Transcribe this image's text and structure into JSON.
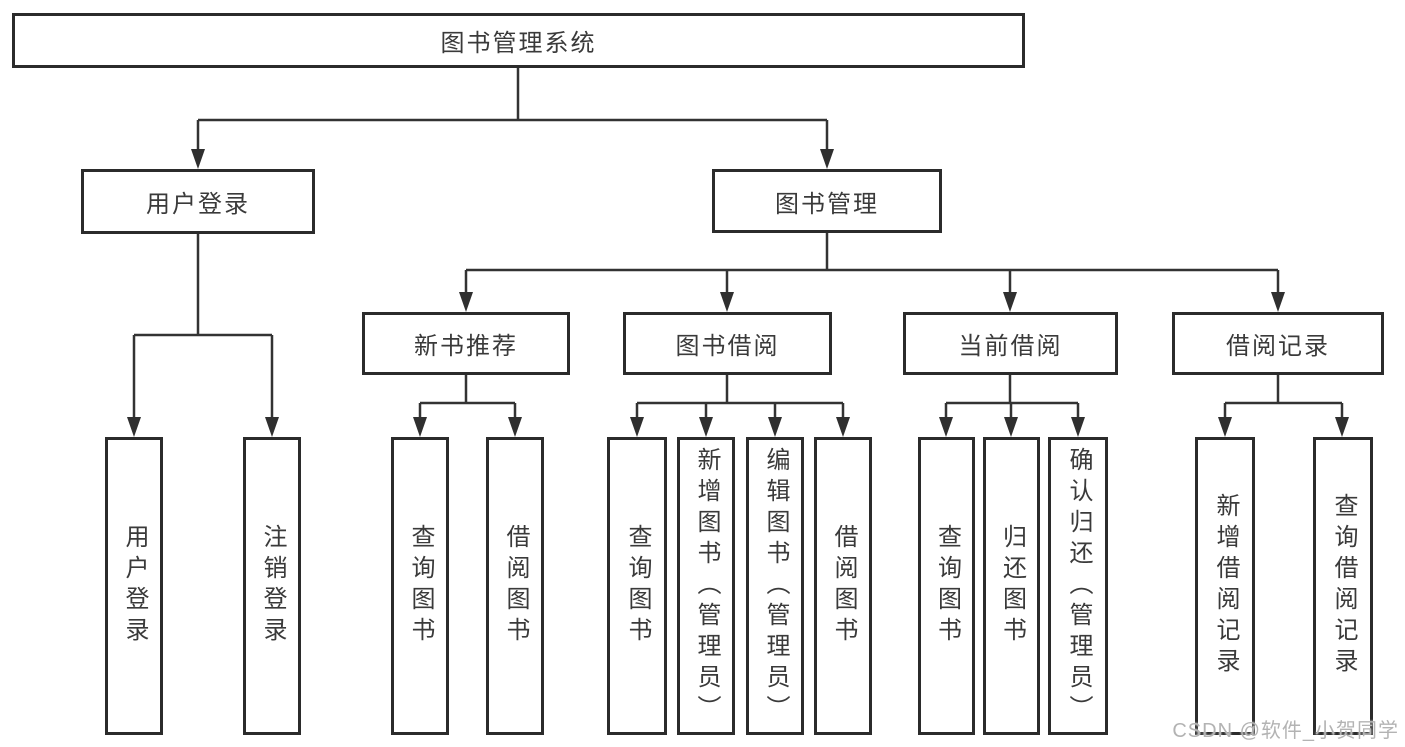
{
  "diagram": {
    "title": "图书管理系统",
    "children": [
      {
        "label": "用户登录",
        "children": [
          "用户登录",
          "注销登录"
        ]
      },
      {
        "label": "图书管理",
        "children": [
          {
            "label": "新书推荐",
            "children": [
              "查询图书",
              "借阅图书"
            ]
          },
          {
            "label": "图书借阅",
            "children": [
              "查询图书",
              "新增图书（管理员）",
              "编辑图书（管理员）",
              "借阅图书"
            ]
          },
          {
            "label": "当前借阅",
            "children": [
              "查询图书",
              "归还图书",
              "确认归还（管理员）"
            ]
          },
          {
            "label": "借阅记录",
            "children": [
              "新增借阅记录",
              "查询借阅记录"
            ]
          }
        ]
      }
    ]
  },
  "colors": {
    "line": "#333333",
    "border": "#2b2b2b",
    "text": "#3a3a3a",
    "watermark": "#b3b3b3"
  },
  "watermark": {
    "text": "CSDN @软件_小贺同学"
  }
}
